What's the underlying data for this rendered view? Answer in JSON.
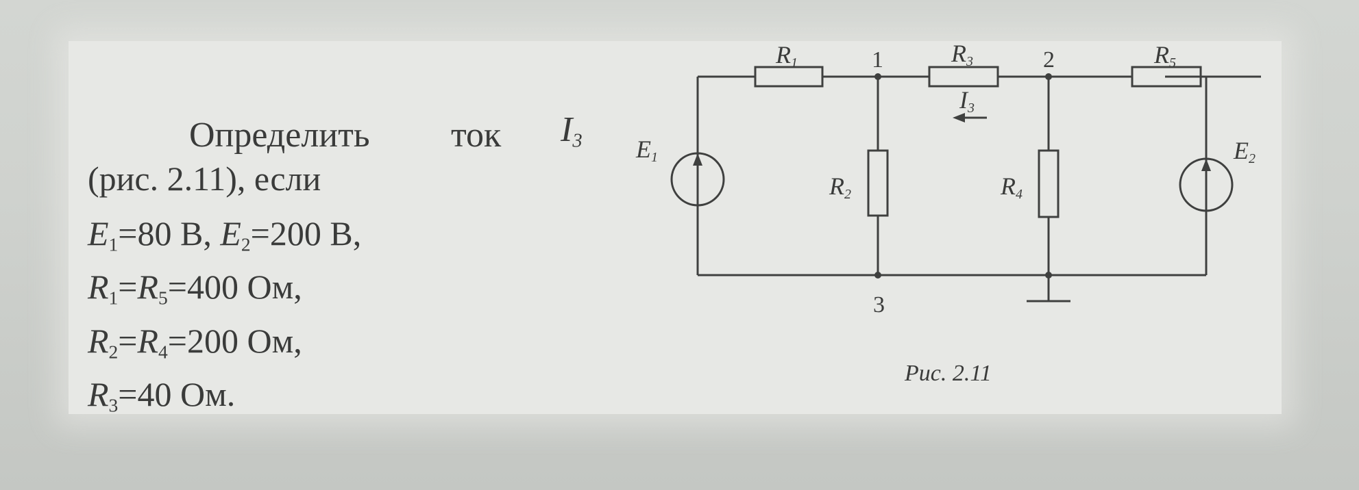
{
  "problem": {
    "word_determine": "Определить",
    "word_current": "ток",
    "current_symbol": "I",
    "current_subscript": "3",
    "line2": "(рис. 2.11), если",
    "params": [
      {
        "s1": "E",
        "sub1": "1",
        "mid": "=80 В, ",
        "s2": "E",
        "sub2": "2",
        "tail": "=200 В,"
      },
      {
        "s1": "R",
        "sub1": "1",
        "mid": "=",
        "s2": "R",
        "sub2": "5",
        "tail": "=400 Ом,"
      },
      {
        "s1": "R",
        "sub1": "2",
        "mid": "=",
        "s2": "R",
        "sub2": "4",
        "tail": "=200 Ом,"
      },
      {
        "s1": "R",
        "sub1": "3",
        "mid": "",
        "s2": "",
        "sub2": "",
        "tail": "=40 Ом."
      }
    ]
  },
  "diagram": {
    "labels": {
      "r1": "R",
      "r1_sub": "1",
      "r2": "R",
      "r2_sub": "2",
      "r3": "R",
      "r3_sub": "3",
      "r4": "R",
      "r4_sub": "4",
      "r5": "R",
      "r5_sub": "5",
      "e1": "E",
      "e1_sub": "1",
      "e2": "E",
      "e2_sub": "2",
      "i3": "I",
      "i3_sub": "3",
      "node1": "1",
      "node2": "2",
      "node3": "3"
    },
    "caption": "Рис. 2.11"
  }
}
